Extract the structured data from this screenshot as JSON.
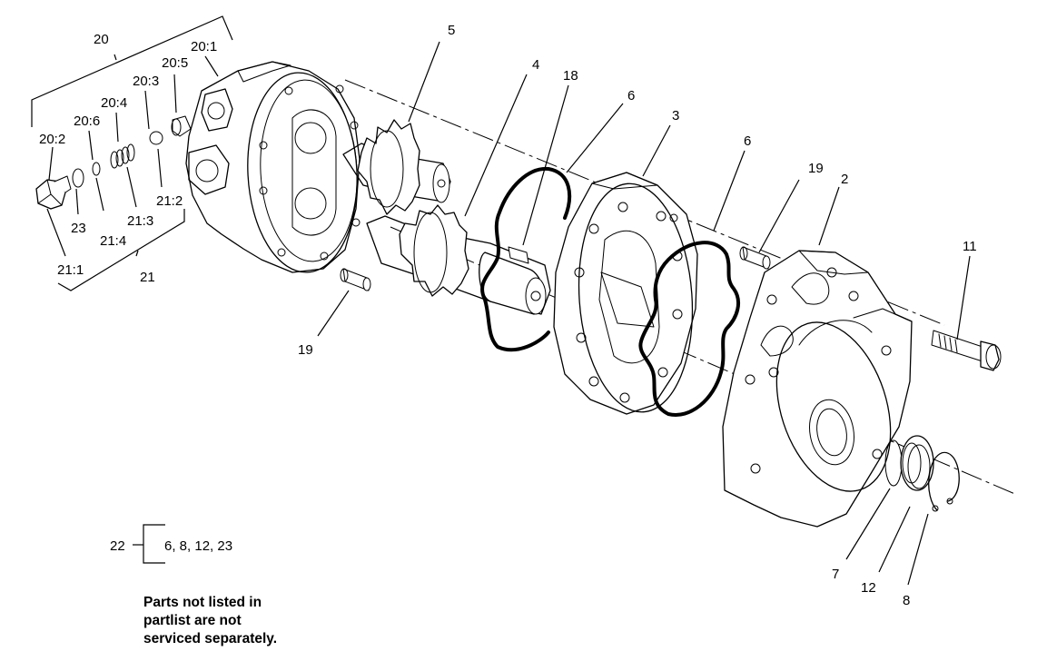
{
  "callouts": {
    "c20": "20",
    "c20_1": "20:1",
    "c20_5": "20:5",
    "c20_3": "20:3",
    "c20_4": "20:4",
    "c20_6": "20:6",
    "c20_2": "20:2",
    "c23": "23",
    "c21_4": "21:4",
    "c21_3": "21:3",
    "c21_2": "21:2",
    "c21_1": "21:1",
    "c21": "21",
    "c5": "5",
    "c4": "4",
    "c18": "18",
    "c6a": "6",
    "c3": "3",
    "c6b": "6",
    "c19a": "19",
    "c2": "2",
    "c11": "11",
    "c19b": "19",
    "c7": "7",
    "c12": "12",
    "c8": "8"
  },
  "kit": {
    "number": "22",
    "parts": "6, 8, 12, 23"
  },
  "note": {
    "line1": "Parts not listed in",
    "line2": "partlist are not",
    "line3": "serviced separately."
  },
  "colors": {
    "line": "#000000",
    "background": "#ffffff"
  }
}
